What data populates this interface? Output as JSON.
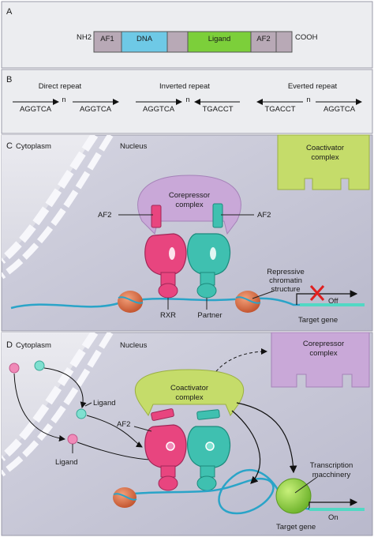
{
  "panel_a": {
    "letter": "A",
    "nh2": "NH2",
    "cooh": "COOH",
    "domains": [
      "AF1",
      "DNA",
      "",
      "Ligand",
      "AF2",
      ""
    ]
  },
  "panel_b": {
    "letter": "B",
    "repeats": [
      {
        "title": "Direct repeat",
        "left": "AGGTCA",
        "n": "n",
        "right": "AGGTCA"
      },
      {
        "title": "Inverted repeat",
        "left": "AGGTCA",
        "n": "n",
        "right": "TGACCT"
      },
      {
        "title": "Everted repeat",
        "left": "TGACCT",
        "n": "n",
        "right": "AGGTCA"
      }
    ]
  },
  "panel_c": {
    "letter": "C",
    "cytoplasm": "Cytoplasm",
    "nucleus": "Nucleus",
    "coactivator": [
      "Coactivator",
      "complex"
    ],
    "corepressor": [
      "Corepressor",
      "complex"
    ],
    "af2_left": "AF2",
    "af2_right": "AF2",
    "repressive": [
      "Repressive",
      "chromatin",
      "structure"
    ],
    "rxr": "RXR",
    "partner": "Partner",
    "off": "Off",
    "target_gene": "Target gene"
  },
  "panel_d": {
    "letter": "D",
    "cytoplasm": "Cytoplasm",
    "nucleus": "Nucleus",
    "corepressor": [
      "Corepressor",
      "complex"
    ],
    "coactivator": [
      "Coactivator",
      "complex"
    ],
    "ligand_top": "Ligand",
    "ligand_bottom": "Ligand",
    "af2": "AF2",
    "transcription": [
      "Transcription",
      "macchinery"
    ],
    "on": "On",
    "target_gene": "Target gene"
  },
  "colors": {
    "pink_receptor": "#e8457f",
    "teal_receptor": "#3fc0b0",
    "corepressor": "#c9a8d8",
    "coactivator": "#c5dc6a",
    "nucleus_bg": "#c9c9d8",
    "x_mark": "#e02020"
  }
}
